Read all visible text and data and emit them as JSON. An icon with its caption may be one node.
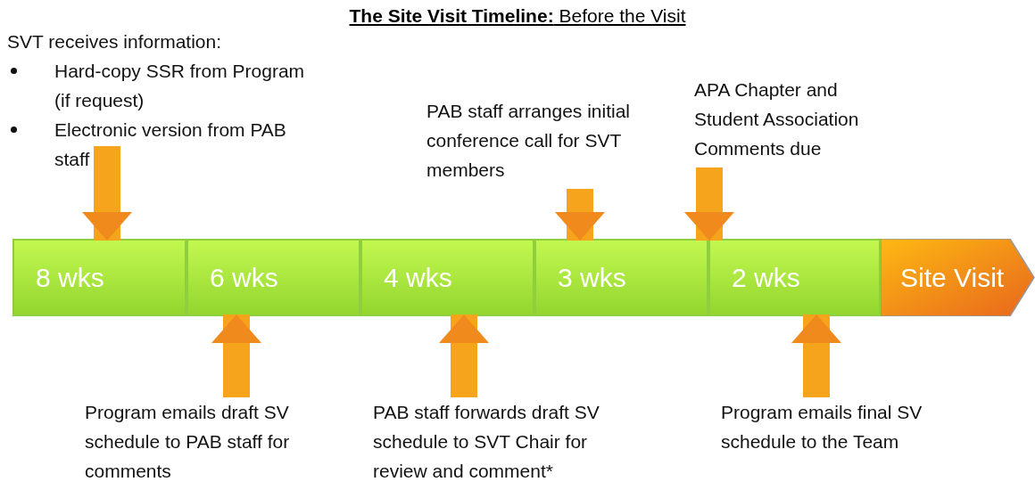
{
  "diagram": {
    "title": "**The Site Visit Timeline:** Before the Visit",
    "nodes": [
      {
        "text": [
          "SVT receives information:",
          "Hard-copy SSR from Program (if request)",
          "Electronic version from PAB staff"
        ]
      },
      {
        "text": [
          "PAB staff arranges initial conference call for SVT members"
        ]
      },
      {
        "text": [
          "APA Chapter and Student Association Comments due"
        ]
      },
      {
        "text": [
          "8 wks"
        ]
      },
      {
        "text": [
          "6 wks"
        ]
      },
      {
        "text": [
          "4 wks"
        ]
      },
      {
        "text": [
          "3 wks"
        ]
      },
      {
        "text": [
          "2 wks"
        ]
      },
      {
        "text": [
          "Site Visit"
        ]
      },
      {
        "text": [
          "Program emails draft SV schedule to PAB staff for comments"
        ]
      },
      {
        "text": [
          "PAB staff forwards draft SV schedule to SVT Chair for review and comment*"
        ]
      },
      {
        "text": [
          "Program emails final SV schedule to the Team"
        ]
      }
    ],
    "edges": [
      {
        "from": 0,
        "to": 3,
        "arrow": "to"
      },
      {
        "from": 1,
        "to": 6,
        "arrow": "to"
      },
      {
        "from": 2,
        "to": 7,
        "arrow": "to"
      },
      {
        "from": 9,
        "to": 4,
        "arrow": "to"
      },
      {
        "from": 10,
        "to": 5,
        "arrow": "to"
      },
      {
        "from": 11,
        "to": 7,
        "arrow": "to"
      }
    ]
  }
}
